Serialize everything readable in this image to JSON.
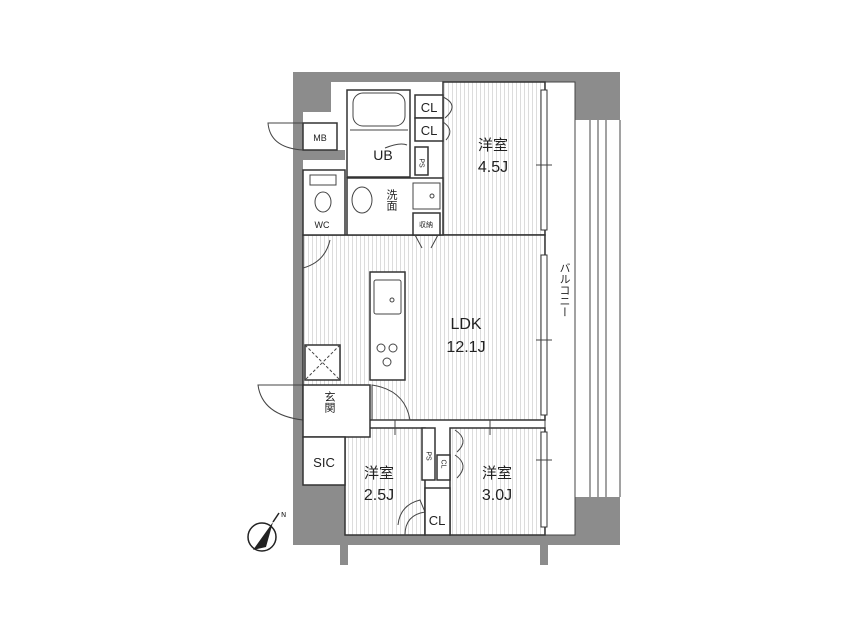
{
  "floor_plan": {
    "rooms": {
      "bedroom_north": {
        "name": "洋室",
        "size": "4.5J"
      },
      "ldk": {
        "name": "LDK",
        "size": "12.1J"
      },
      "bedroom_small": {
        "name": "洋室",
        "size": "2.5J"
      },
      "bedroom_south": {
        "name": "洋室",
        "size": "3.0J"
      }
    },
    "labels": {
      "mb": "MB",
      "ub": "UB",
      "cl": "CL",
      "ps": "PS",
      "washroom": "洗面",
      "storage": "収納",
      "wc": "WC",
      "entrance": "玄関",
      "sic": "SIC",
      "balcony": "バルコニー"
    },
    "colors": {
      "wall": "#8c8c8c",
      "line": "#333333",
      "floor_stripe": "#dddddd"
    },
    "compass": "north-arrow-icon"
  }
}
